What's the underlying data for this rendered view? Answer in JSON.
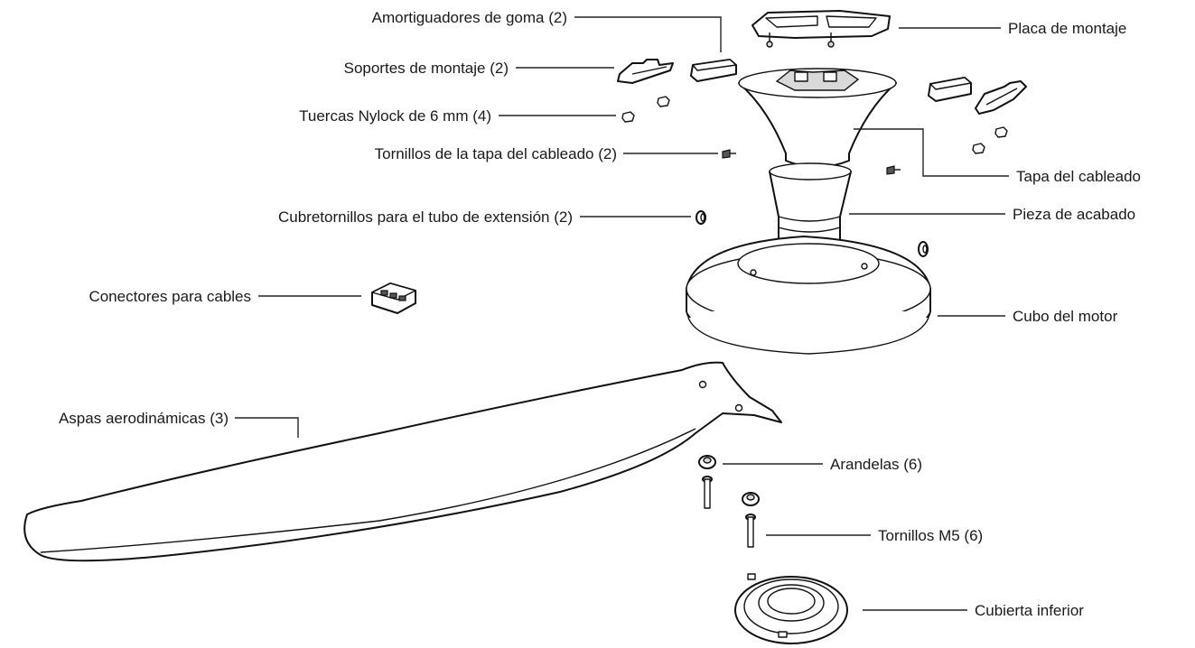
{
  "labels": {
    "amortiguadores": "Amortiguadores de goma (2)",
    "soportes": "Soportes de montaje (2)",
    "tuercas": "Tuercas Nylock de 6 mm (4)",
    "tornillos_tapa": "Tornillos de la tapa del cableado (2)",
    "cubretornillos": "Cubretornillos para el tubo de extensión (2)",
    "conectores": "Conectores para cables",
    "aspas": "Aspas aerodinámicas (3)",
    "placa": "Placa de montaje",
    "tapa_cableado": "Tapa del cableado",
    "pieza_acabado": "Pieza de acabado",
    "cubo_motor": "Cubo del motor",
    "arandelas": "Arandelas (6)",
    "tornillos_m5": "Tornillos M5 (6)",
    "cubierta_inferior": "Cubierta inferior"
  }
}
